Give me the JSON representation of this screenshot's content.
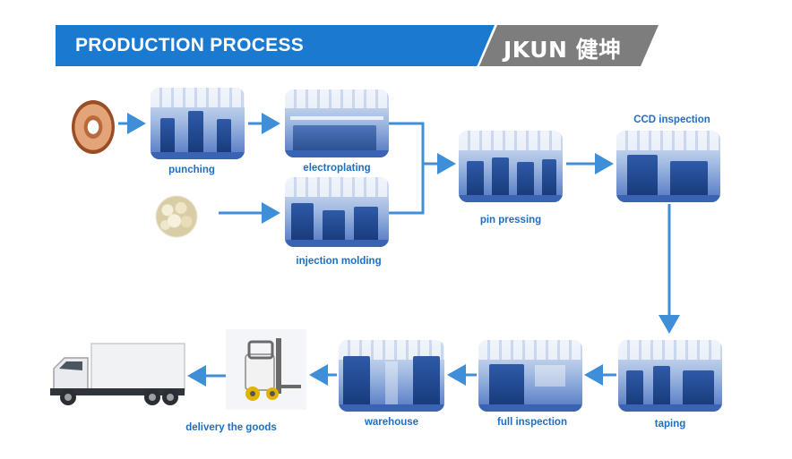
{
  "header": {
    "title": "PRODUCTION PROCESS",
    "logo_text": "JKUN 健坤"
  },
  "colors": {
    "primary_blue": "#1b7ad0",
    "banner_gray": "#7d7d7d",
    "label_blue": "#1d6fc6",
    "arrow_blue": "#3f8fd8"
  },
  "steps": {
    "punching": "punching",
    "electroplating": "electroplating",
    "injection_molding": "injection molding",
    "pin_pressing": "pin pressing",
    "ccd_inspection": "CCD inspection",
    "taping": "taping",
    "full_inspection": "full inspection",
    "warehouse": "warehouse",
    "delivery": "delivery the goods"
  },
  "icons": {
    "copper_coil": "copper-coil-icon",
    "plastic_pellets": "plastic-pellets-icon",
    "forklift": "forklift-icon",
    "truck": "truck-icon"
  }
}
